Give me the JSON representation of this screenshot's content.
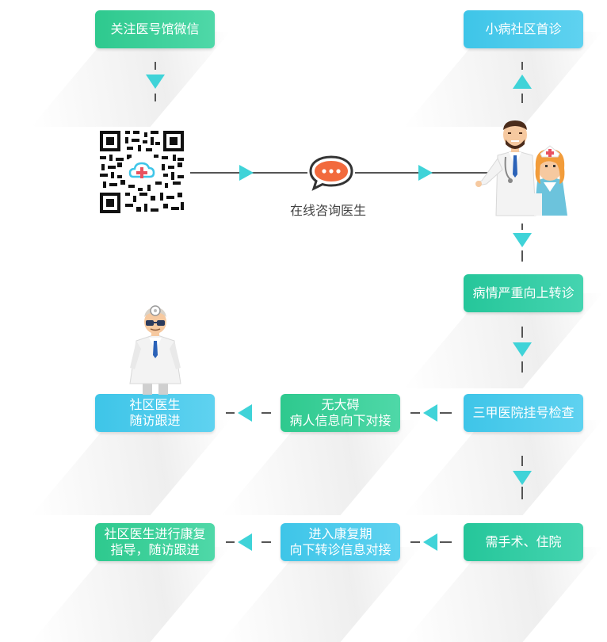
{
  "nodes": {
    "follow_wechat": "关注医号馆微信",
    "community_first_visit": "小病社区首诊",
    "severe_referral": "病情严重向上转诊",
    "tertiary_registration": "三甲医院挂号检查",
    "no_obstacle_line1": "无大碍",
    "no_obstacle_line2": "病人信息向下对接",
    "community_doctor_line1": "社区医生",
    "community_doctor_line2": "随访跟进",
    "surgery_hospitalization": "需手术、住院",
    "rehab_line1": "进入康复期",
    "rehab_line2": "向下转诊信息对接",
    "community_rehab_line1": "社区医生进行康复",
    "community_rehab_line2": "指导，随访跟进"
  },
  "consult": {
    "label": "在线咨询医生"
  },
  "icons": {
    "qr_code": "qr-code-icon",
    "chat_bubble": "chat-bubble-icon",
    "doctor_nurse": "doctor-nurse-icon",
    "doctor": "doctor-icon"
  },
  "colors": {
    "green": "#2ec98e",
    "blue": "#3ec5e8",
    "arrow": "#3fd3d8",
    "chat": "#f26a3d",
    "line": "#555555"
  }
}
